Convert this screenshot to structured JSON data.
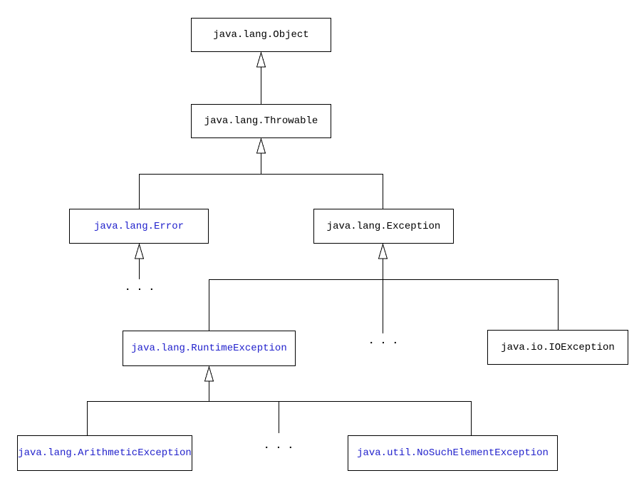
{
  "diagram": {
    "type": "class-inheritance-hierarchy",
    "background_color": "#ffffff",
    "colors": {
      "box_border": "#000000",
      "line": "#000000",
      "class_text": "#000000",
      "link_text": "#2222cc"
    },
    "ellipsis": ". . .",
    "nodes": [
      {
        "id": "object",
        "label": "java.lang.Object",
        "is_link": false
      },
      {
        "id": "throwable",
        "label": "java.lang.Throwable",
        "is_link": false
      },
      {
        "id": "error",
        "label": "java.lang.Error",
        "is_link": true
      },
      {
        "id": "exception",
        "label": "java.lang.Exception",
        "is_link": false
      },
      {
        "id": "runtime-exception",
        "label": "java.lang.RuntimeException",
        "is_link": true
      },
      {
        "id": "io-exception",
        "label": "java.io.IOException",
        "is_link": false
      },
      {
        "id": "arithmetic-exception",
        "label": "java.lang.ArithmeticException",
        "is_link": true
      },
      {
        "id": "no-such-element",
        "label": "java.util.NoSuchElementException",
        "is_link": true
      }
    ],
    "edges": [
      {
        "child": "java.lang.Throwable",
        "parent": "java.lang.Object"
      },
      {
        "child": "java.lang.Error",
        "parent": "java.lang.Throwable"
      },
      {
        "child": "java.lang.Exception",
        "parent": "java.lang.Throwable"
      },
      {
        "child": "java.lang.RuntimeException",
        "parent": "java.lang.Exception"
      },
      {
        "child": "java.io.IOException",
        "parent": "java.lang.Exception"
      },
      {
        "child": "java.lang.ArithmeticException",
        "parent": "java.lang.RuntimeException"
      },
      {
        "child": "java.util.NoSuchElementException",
        "parent": "java.lang.RuntimeException"
      }
    ]
  }
}
